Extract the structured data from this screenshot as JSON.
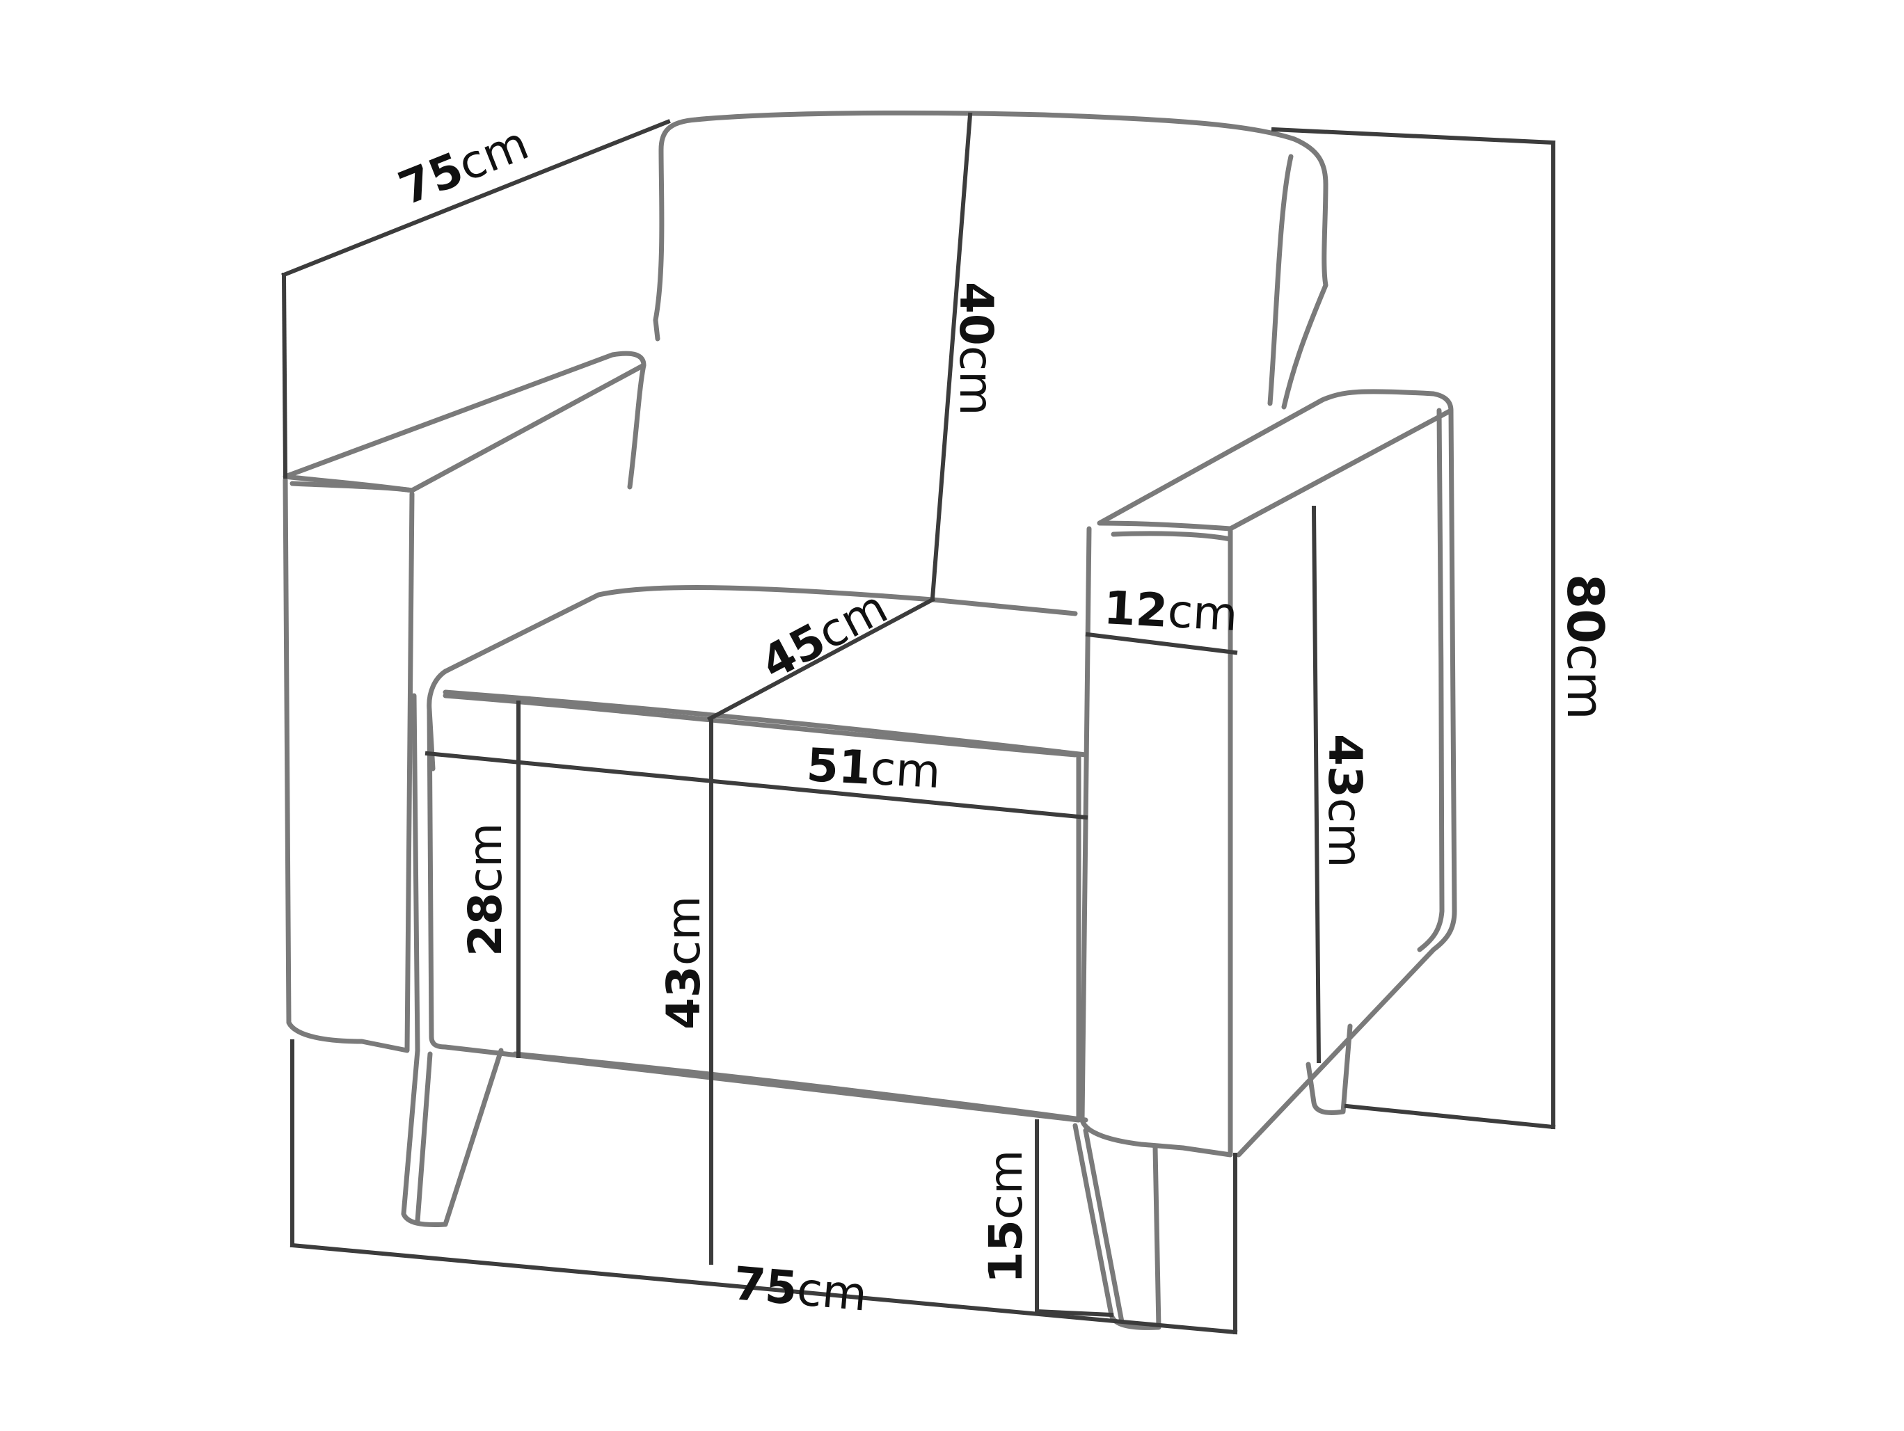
{
  "dimensions": {
    "depth_total": {
      "value": "75",
      "unit": "cm"
    },
    "backrest_height": {
      "value": "40",
      "unit": "cm"
    },
    "height_total": {
      "value": "80",
      "unit": "cm"
    },
    "seat_depth": {
      "value": "45",
      "unit": "cm"
    },
    "armrest_width": {
      "value": "12",
      "unit": "cm"
    },
    "seat_width": {
      "value": "51",
      "unit": "cm"
    },
    "armrest_height": {
      "value": "43",
      "unit": "cm"
    },
    "front_apron_height": {
      "value": "28",
      "unit": "cm"
    },
    "seat_height": {
      "value": "43",
      "unit": "cm"
    },
    "leg_height": {
      "value": "15",
      "unit": "cm"
    },
    "width_total": {
      "value": "75",
      "unit": "cm"
    }
  },
  "colors": {
    "outline": "#7a7a7a",
    "dimension_line": "#3c3c3c",
    "label_text": "#111111",
    "background": "#ffffff"
  }
}
